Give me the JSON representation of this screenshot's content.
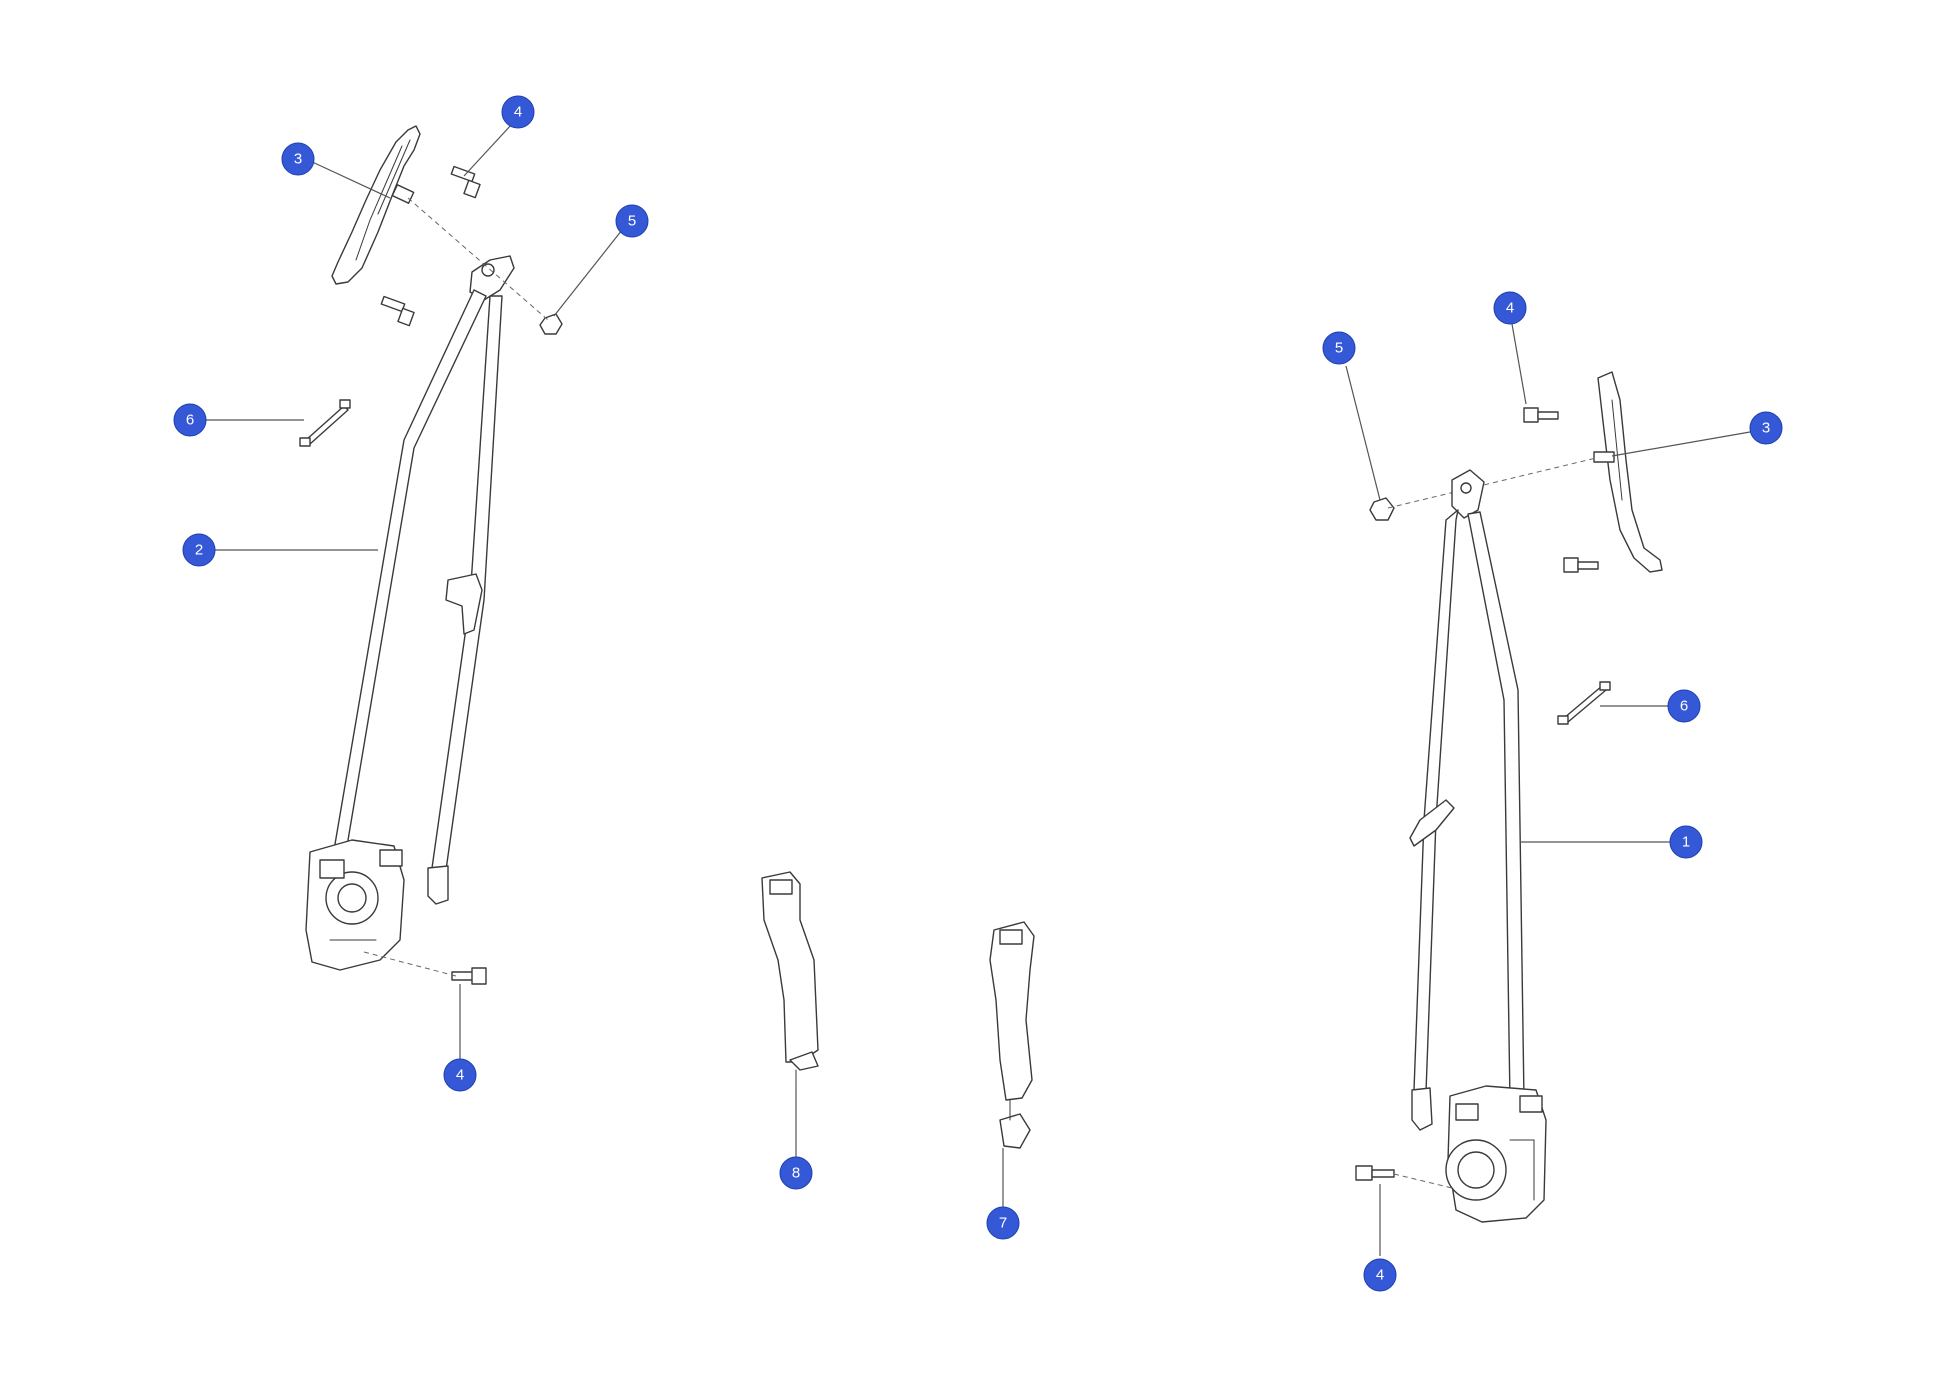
{
  "colors": {
    "callout_fill": "#3558d6",
    "callout_text": "#ffffff",
    "line_art": "#3a3a3a",
    "background": "#ffffff"
  },
  "callouts": [
    {
      "id": "left-3",
      "label": "3"
    },
    {
      "id": "left-4-top",
      "label": "4"
    },
    {
      "id": "left-5",
      "label": "5"
    },
    {
      "id": "left-6",
      "label": "6"
    },
    {
      "id": "left-2",
      "label": "2"
    },
    {
      "id": "left-4-bottom",
      "label": "4"
    },
    {
      "id": "center-8",
      "label": "8"
    },
    {
      "id": "center-7",
      "label": "7"
    },
    {
      "id": "right-5",
      "label": "5"
    },
    {
      "id": "right-4-top",
      "label": "4"
    },
    {
      "id": "right-3",
      "label": "3"
    },
    {
      "id": "right-6",
      "label": "6"
    },
    {
      "id": "right-1",
      "label": "1"
    },
    {
      "id": "right-4-bottom",
      "label": "4"
    }
  ]
}
